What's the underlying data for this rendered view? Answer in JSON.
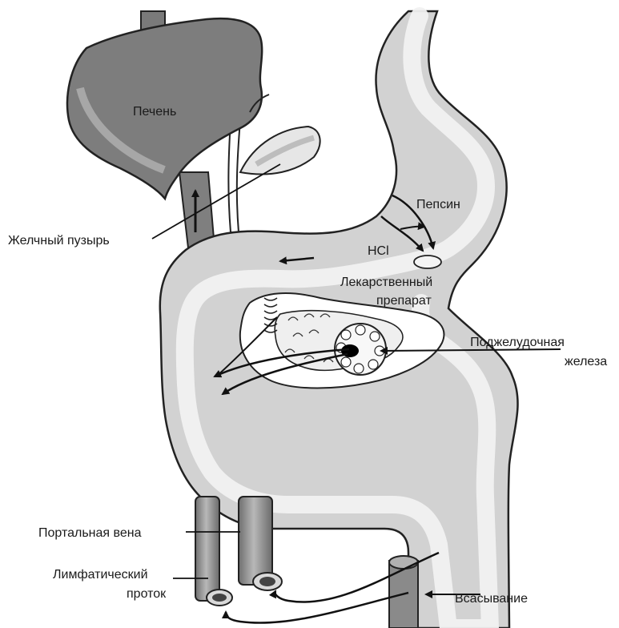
{
  "labels": {
    "liver": "Печень",
    "gallbladder": "Желчный пузырь",
    "pepsin": "Пепсин",
    "hcl": "HCl",
    "drug_line1": "Лекарственный",
    "drug_line2": "препарат",
    "pancreas_line1": "Поджелудочная",
    "pancreas_line2": "железа",
    "portal_vein": "Портальная вена",
    "lymph_line1": "Лимфатический",
    "lymph_line2": "проток",
    "absorption": "Всасывание"
  },
  "colors": {
    "liver": "#7d7d7d",
    "gut_outer": "#d2d2d2",
    "gut_inner": "#e9e9e9",
    "vessel": "#8a8a8a",
    "outline": "#222222"
  }
}
